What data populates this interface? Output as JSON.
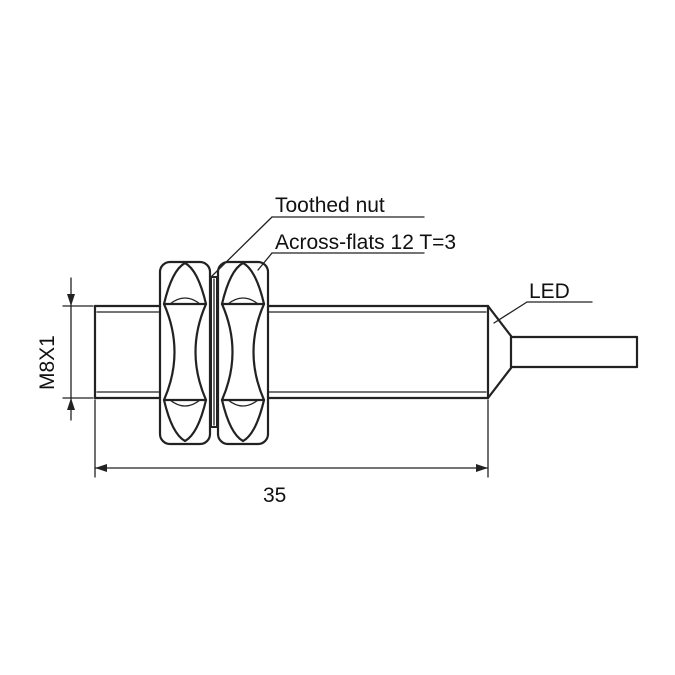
{
  "labels": {
    "nut": "Toothed nut",
    "across_flats": "Across-flats 12 T=3",
    "led": "LED",
    "thread": "M8X1",
    "length": "35"
  },
  "colors": {
    "line": "#222222",
    "background": "#ffffff"
  }
}
